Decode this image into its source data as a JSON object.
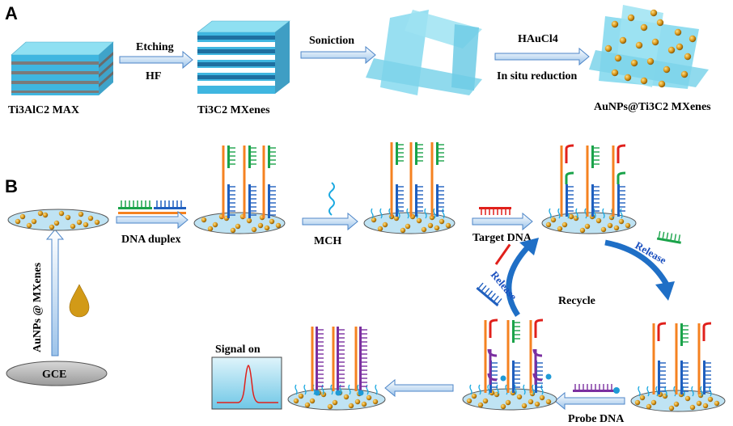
{
  "panel_a": {
    "label": "A",
    "max_label": "Ti3AlC2 MAX",
    "etching_label": "Etching",
    "hf_label": "HF",
    "mxenes_label": "Ti3C2  MXenes",
    "sonication_label": "Soniction",
    "haucl_label": "HAuCl4",
    "reduction_label": "In situ reduction",
    "composite_label": "AuNPs@Ti3C2 MXenes"
  },
  "panel_b": {
    "label": "B",
    "duplex_label": "DNA duplex",
    "mch_label": "MCH",
    "target_label": "Target DNA",
    "release_label_1": "Release",
    "release_label_2": "Release",
    "recycle_label": "Recycle",
    "probe_label": "Probe DNA",
    "signal_label": "Signal on",
    "gce_label": "GCE",
    "modify_label": "AuNPs @ MXenes"
  },
  "colors": {
    "orange_strand": "#f58220",
    "blue_strand": "#1f5fbf",
    "green_strand": "#1aa34a",
    "red_strand": "#e0201b",
    "purple_strand": "#7b2fa0",
    "mch": "#19a8e0",
    "sheet": "#86d9ee",
    "gold": "#d99a1b",
    "arrow": "#7fb3e6"
  }
}
